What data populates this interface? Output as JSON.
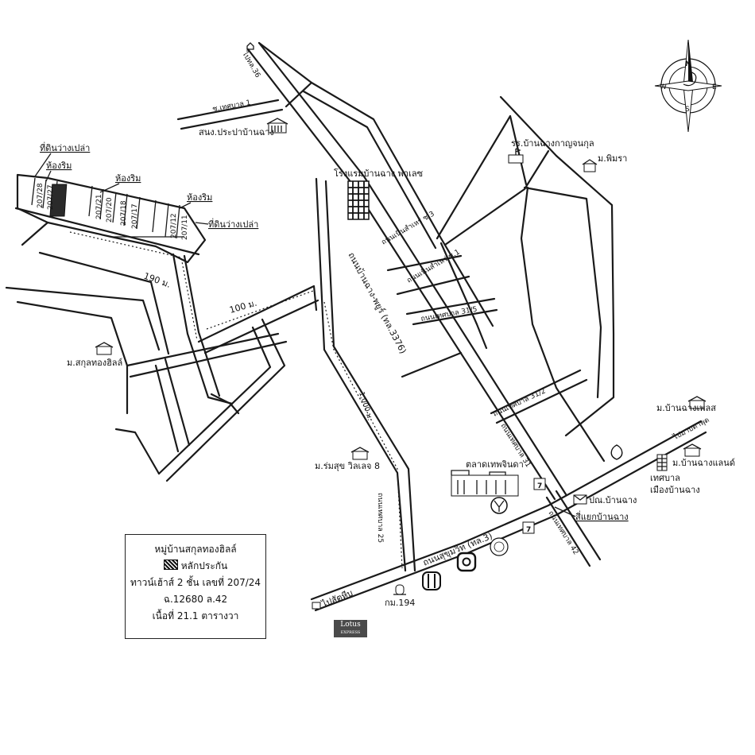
{
  "roads": {
    "hwy36": "ไปทล.36",
    "soi_tesaban1": "ซ.เทศบาล 1",
    "ban_chang_phayara": "ถนนบ้านฉาง-พยูร์ (ทล.3376)",
    "noen_samre3": "ถนนเนินสำเหร่ ซ.3",
    "noen_samre1": "ถนนเนินสำเหร่ ซ.1",
    "tesaban_31_5": "ถนนเทศบาล 31/5",
    "tesaban_31_2": "ถนนเทศบาล 31/2",
    "tesaban_31": "ถนนเทศบาล 31",
    "tesaban_42": "ถนนเทศบาล 42",
    "tesaban_25": "ถนนเทศบาล 25",
    "sukhumvit": "ถนนสุขุมวิท (ทล.3)",
    "to_sattahip": "ไปสัตหีบ",
    "to_mab_ta_phut": "ไปมาบตาพุด"
  },
  "distances": {
    "d190": "190 ม.",
    "d100": "100 ม.",
    "d1000": "1,000 ม."
  },
  "places": {
    "water_office": "สนง.ประปาบ้านฉาง",
    "hotel": "โรงแรมบ้านฉาง พาเลซ",
    "school": "รร.บ้านฉางกาญจนกุล",
    "m_phimra": "ม.พิมรา",
    "m_sakul": "ม.สกุลทองฮิลล์",
    "m_romsuk": "ม.ร่มสุข วิลเลจ 8",
    "market": "ตลาดเทพจินดา",
    "post_office": "ปณ.บ้านฉาง",
    "intersection": "สี่แยกบ้านฉาง",
    "m_banchang_place": "ม.บ้านฉางเพลส",
    "m_banchang_land": "ม.บ้านฉางแลนด์",
    "municipality_1": "เทศบาล",
    "municipality_2": "เมืองบ้านฉาง",
    "km194": "กม.194",
    "lotus_brand": "Lotus",
    "lotus_sub": "EXPRESS"
  },
  "plot": {
    "vacant_left": "ที่ดินว่างเปล่า",
    "corner_left": "ห้องริม",
    "corner_mid": "ห้องริม",
    "corner_right": "ห้องริม",
    "vacant_right": "ที่ดินว่างเปล่า",
    "units": [
      "207/28",
      "207/27",
      "207/21",
      "207/20",
      "207/18",
      "207/17",
      "207/12",
      "207/11"
    ]
  },
  "legend": {
    "title": "หมู่บ้านสกุลทองฮิลล์",
    "marker_label": "หลักประกัน",
    "desc": "ทาวน์เฮ้าส์ 2 ชั้น เลขที่ 207/24",
    "deed": "ฉ.12680 ล.42",
    "area": "เนื้อที่ 21.1 ตารางวา"
  },
  "compass": {
    "n": "N",
    "s": "S",
    "e": "E",
    "w": "W"
  }
}
